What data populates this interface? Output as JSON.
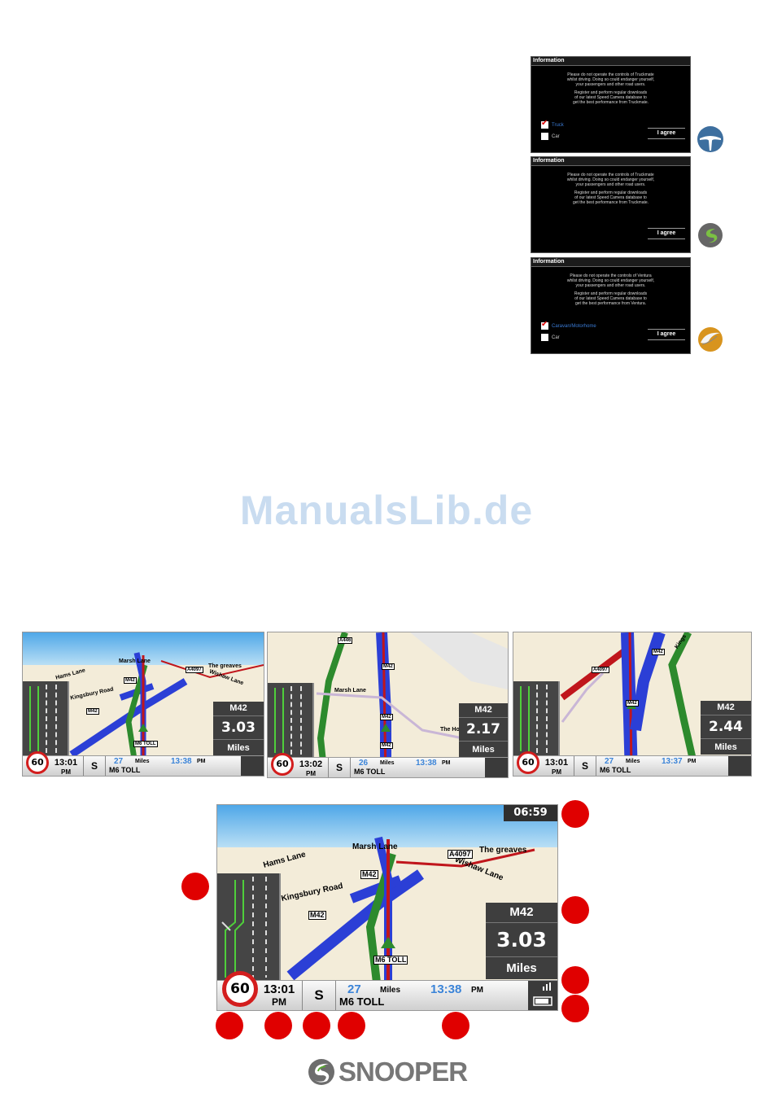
{
  "dialogs": [
    {
      "title": "Information",
      "lines": [
        "Please do not operate the controls of Truckmate",
        "whilst driving. Doing so could endanger yourself,",
        "your passengers and other road users.",
        "Register and perform regular downloads",
        "of our latest Speed Camera database to",
        "get the best performance from Truckmate."
      ],
      "options": [
        {
          "label": "Truck",
          "checked": true
        },
        {
          "label": "Car",
          "checked": false
        }
      ],
      "button": "I agree",
      "logo_icon": "truckmate-logo-icon"
    },
    {
      "title": "Information",
      "lines": [
        "Please do not operate the controls of Truckmate",
        "whilst driving. Doing so could endanger yourself,",
        "your passengers and other road users.",
        "Register and perform regular downloads",
        "of our latest Speed Camera database to",
        "get the best performance from Truckmate."
      ],
      "options": [],
      "button": "I agree",
      "logo_icon": "snooper-s-logo-icon"
    },
    {
      "title": "Information",
      "lines": [
        "Please do not operate the controls of Ventura",
        "whilst driving. Doing so could endanger yourself,",
        "your passengers and other road users.",
        "Register and perform regular downloads",
        "of our latest Speed Camera database to",
        "get the best performance from Ventura."
      ],
      "options": [
        {
          "label": "Caravan/Motorhome",
          "checked": true
        },
        {
          "label": "Car",
          "checked": false
        }
      ],
      "button": "I agree",
      "logo_icon": "ventura-logo-icon"
    }
  ],
  "watermark": "ManualsLib.de",
  "screens": [
    {
      "speed_limit": "60",
      "time": "13:01",
      "ampm": "PM",
      "heading": "S",
      "distance_left": "27",
      "distance_unit": "Miles",
      "arrival": "13:38",
      "arrival_ampm": "PM",
      "road": "M6 TOLL",
      "next_road": "M42",
      "next_distance": "3.03",
      "next_unit": "Miles",
      "map_labels": [
        "Marsh Lane",
        "Hams Lane",
        "Kingsbury Road",
        "The greaves",
        "Wishaw Lane"
      ],
      "shields": [
        "M42",
        "A4097",
        "M42",
        "M6 TOLL"
      ]
    },
    {
      "speed_limit": "60",
      "time": "13:02",
      "ampm": "PM",
      "heading": "S",
      "distance_left": "26",
      "distance_unit": "Miles",
      "arrival": "13:38",
      "arrival_ampm": "PM",
      "road": "M6 TOLL",
      "next_road": "M42",
      "next_distance": "2.17",
      "next_unit": "Miles",
      "map_labels": [
        "Marsh Lane",
        "The Hor"
      ],
      "shields": [
        "A446",
        "M42",
        "M42",
        "M42"
      ]
    },
    {
      "speed_limit": "60",
      "time": "13:01",
      "ampm": "PM",
      "heading": "S",
      "distance_left": "27",
      "distance_unit": "Miles",
      "arrival": "13:37",
      "arrival_ampm": "PM",
      "road": "M6 TOLL",
      "next_road": "M42",
      "next_distance": "2.44",
      "next_unit": "Miles",
      "map_labels": [
        "Kings"
      ],
      "shields": [
        "A4097",
        "M42",
        "M42"
      ]
    }
  ],
  "main_screen": {
    "clock": "06:59",
    "speed_limit": "60",
    "time": "13:01",
    "ampm": "PM",
    "heading": "S",
    "distance_left": "27",
    "distance_unit": "Miles",
    "arrival": "13:38",
    "arrival_ampm": "PM",
    "road": "M6 TOLL",
    "next_road": "M42",
    "next_distance": "3.03",
    "next_unit": "Miles",
    "map_labels": {
      "marsh": "Marsh Lane",
      "hams": "Hams Lane",
      "kingsbury": "Kingsbury Road",
      "greaves": "The greaves",
      "wishaw": "Wishaw Lane"
    },
    "shields": {
      "m42_top": "M42",
      "a4097": "A4097",
      "m42_left": "M42",
      "m6toll": "M6 TOLL"
    }
  },
  "brand": "SNOOPER",
  "colors": {
    "motorway": "#2b3fd6",
    "route": "#c0161c",
    "green_road": "#2d8a2d",
    "marker": "#e00000",
    "arrival_blue": "#3b84d8"
  }
}
